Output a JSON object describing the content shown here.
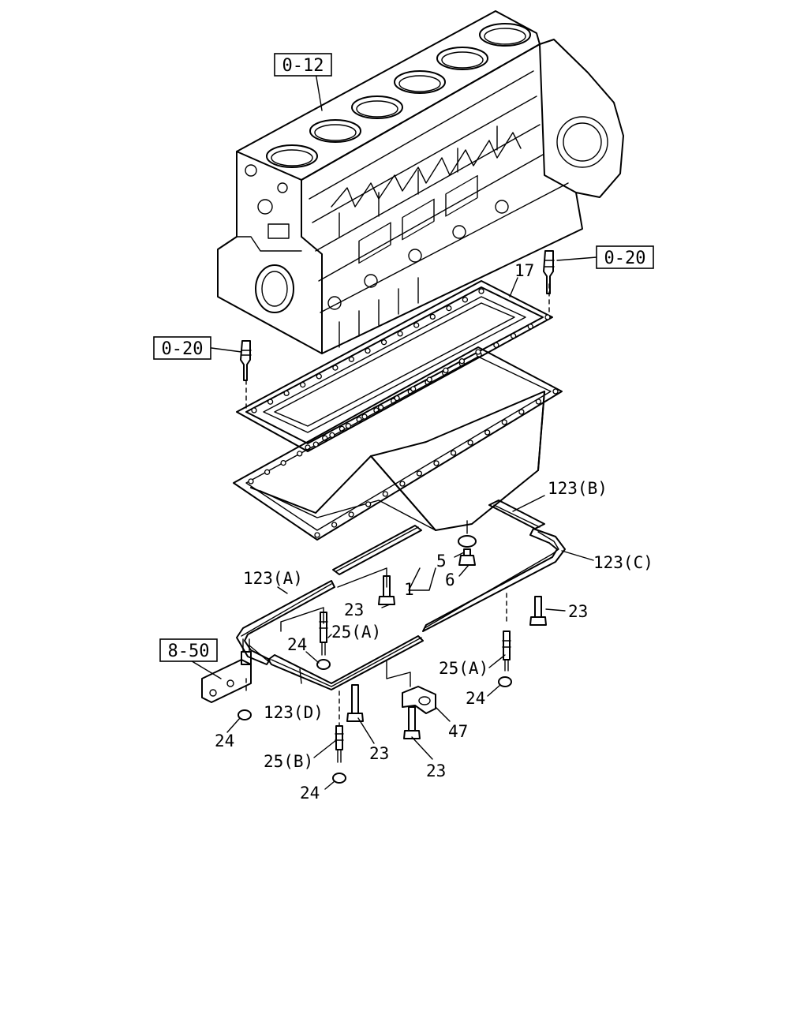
{
  "refs": {
    "block": "0-12",
    "stud_right": "0-20",
    "stud_left": "0-20",
    "bracket": "8-50"
  },
  "labels": {
    "p17": "17",
    "p123b": "123(B)",
    "p123c": "123(C)",
    "p123a": "123(A)",
    "p123d": "123(D)",
    "p5": "5",
    "p6": "6",
    "p1": "1",
    "p23a": "23",
    "p23b": "23",
    "p23c": "23",
    "p23d": "23",
    "p24a": "24",
    "p24b": "24",
    "p24c": "24",
    "p24d": "24",
    "p25a1": "25(A)",
    "p25a2": "25(A)",
    "p25b": "25(B)",
    "p47": "47"
  }
}
